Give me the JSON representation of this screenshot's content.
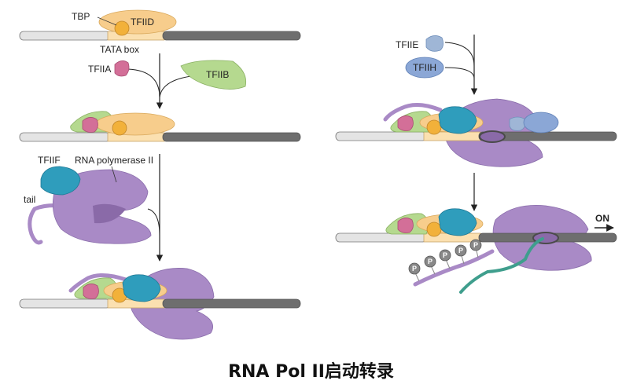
{
  "title": "RNA Pol II启动转录",
  "labels": {
    "tbp": "TBP",
    "tfiid": "TFIID",
    "tata_box": "TATA box",
    "tfiia": "TFIIA",
    "tfiib": "TFIIB",
    "tfiif": "TFIIF",
    "rna_polymerase": "RNA polymerase II",
    "tail": "tail",
    "tfiie": "TFIIE",
    "tfiih": "TFIIH",
    "on": "ON",
    "phospho": "P"
  },
  "colors": {
    "dna_light": "#e4e4e4",
    "dna_dark": "#6e6e6e",
    "tata_box": "#fbe0b0",
    "tfiid": "#f7cd8c",
    "tbp": "#f2b13a",
    "tfiia": "#d36f98",
    "tfiib": "#b5d98f",
    "tfiif": "#2f9dbc",
    "pol2": "#a98ac6",
    "tfiie": "#9fb6d6",
    "tfiih": "#8ba7d6",
    "rna": "#3f9e8d",
    "phospho": "#888888"
  }
}
